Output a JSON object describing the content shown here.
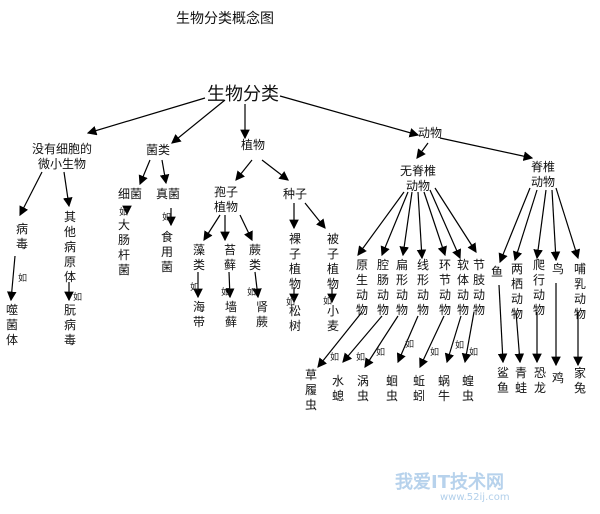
{
  "title": "生物分类概念图",
  "root": "生物分类",
  "ru": "如",
  "n": {
    "acell": "没有细胞的微小生物",
    "fungi": "菌类",
    "plant": "植物",
    "animal": "动物",
    "virus": "病毒",
    "other": "其他病原体",
    "phage": "噬菌体",
    "prion": "朊病毒",
    "bact": "细菌",
    "truef": "真菌",
    "ecoli": "大肠杆菌",
    "mush": "食用菌",
    "spore": "孢子植物",
    "seed": "种子",
    "algae": "藻类",
    "moss": "苔藓",
    "fern": "蕨类",
    "kelp": "海带",
    "wmoss": "墙藓",
    "nfern": "肾蕨",
    "gymno": "裸子植物",
    "angio": "被子植物",
    "pine": "松树",
    "wheat": "小麦",
    "invert": "无脊椎动物",
    "vert": "脊椎动物",
    "proto": "原生动物",
    "coel": "腔肠动物",
    "flat": "扁形动物",
    "round": "线形动物",
    "annel": "环节动物",
    "moll": "软体动物",
    "arth": "节肢动物",
    "fish": "鱼",
    "amph": "两栖动物",
    "rept": "爬行动物",
    "bird": "鸟",
    "mamm": "哺乳动物",
    "param": "草履虫",
    "hydra": "水螅",
    "planar": "涡虫",
    "ascaris": "蛔虫",
    "worm": "蚯蚓",
    "snail": "蜗牛",
    "locust": "蝗虫",
    "shark": "鲨鱼",
    "frog": "青蛙",
    "dino": "恐龙",
    "chicken": "鸡",
    "rabbit": "家兔"
  },
  "watermark": {
    "text": "我爱IT技术网",
    "url": "www.52ij.com"
  }
}
